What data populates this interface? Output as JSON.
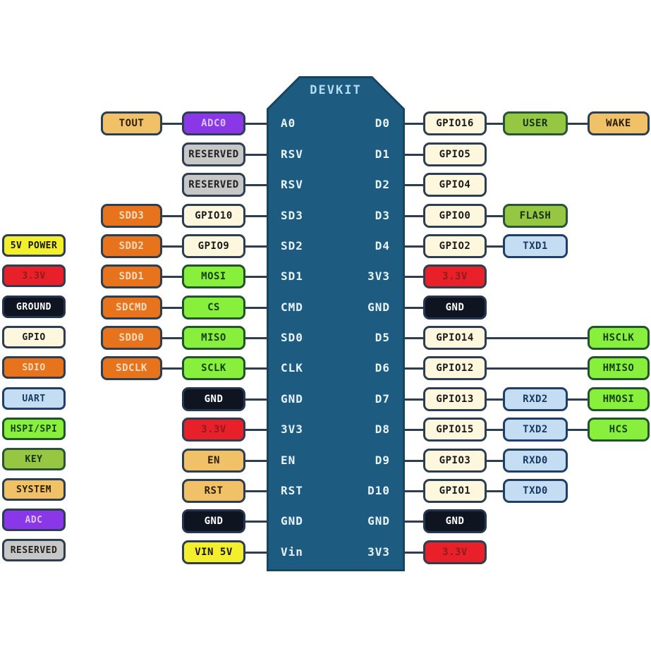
{
  "title": "DEVKIT",
  "colors": {
    "chip_fill": "#1d5c80",
    "chip_border": "#16455f",
    "chip_pin_text": "#eaf4fb",
    "chip_title_text": "#b5ddf1",
    "wire": "#2b3e52",
    "types": {
      "power5v": {
        "bg": "#f3ef2c",
        "text": "#151515",
        "border": "#2b3e52"
      },
      "power33": {
        "bg": "#e8202a",
        "text": "#8f1b1b",
        "border": "#2b3e52"
      },
      "ground": {
        "bg": "#0e1420",
        "text": "#ffffff",
        "border": "#253550"
      },
      "gpio": {
        "bg": "#fcf7dd",
        "text": "#1a1a1a",
        "border": "#2b3e52"
      },
      "sdio": {
        "bg": "#e8731d",
        "text": "#f2dbc0",
        "border": "#2b3e52"
      },
      "uart": {
        "bg": "#c4ddf2",
        "text": "#173a63",
        "border": "#1f3f66"
      },
      "hspi": {
        "bg": "#88f03c",
        "text": "#153f15",
        "border": "#20542c"
      },
      "key": {
        "bg": "#95c743",
        "text": "#17301a",
        "border": "#2a5436"
      },
      "system": {
        "bg": "#f1c167",
        "text": "#2a1d08",
        "border": "#2b3e52"
      },
      "adc": {
        "bg": "#8a37e8",
        "text": "#d9c6f7",
        "border": "#2b3e52"
      },
      "reserved": {
        "bg": "#c7c7c7",
        "text": "#222222",
        "border": "#2b3e52"
      }
    }
  },
  "legend": [
    {
      "label": "5V POWER",
      "type": "power5v"
    },
    {
      "label": "3.3V",
      "type": "power33"
    },
    {
      "label": "GROUND",
      "type": "ground"
    },
    {
      "label": "GPIO",
      "type": "gpio"
    },
    {
      "label": "SDIO",
      "type": "sdio"
    },
    {
      "label": "UART",
      "type": "uart"
    },
    {
      "label": "HSPI/SPI",
      "type": "hspi"
    },
    {
      "label": "KEY",
      "type": "key"
    },
    {
      "label": "SYSTEM",
      "type": "system"
    },
    {
      "label": "ADC",
      "type": "adc"
    },
    {
      "label": "RESERVED",
      "type": "reserved"
    }
  ],
  "chip": {
    "left_pins": [
      "A0",
      "RSV",
      "RSV",
      "SD3",
      "SD2",
      "SD1",
      "CMD",
      "SD0",
      "CLK",
      "GND",
      "3V3",
      "EN",
      "RST",
      "GND",
      "Vin"
    ],
    "right_pins": [
      "D0",
      "D1",
      "D2",
      "D3",
      "D4",
      "3V3",
      "GND",
      "D5",
      "D6",
      "D7",
      "D8",
      "D9",
      "D10",
      "GND",
      "3V3"
    ]
  },
  "rows": [
    {
      "left_outer": {
        "label": "TOUT",
        "type": "system"
      },
      "left_inner": {
        "label": "ADC0",
        "type": "adc"
      },
      "right_inner": {
        "label": "GPIO16",
        "type": "gpio"
      },
      "right_mid": {
        "label": "USER",
        "type": "key"
      },
      "right_outer": {
        "label": "WAKE",
        "type": "system"
      },
      "wires": [
        "lo-li",
        "li-chip",
        "chip-ri",
        "ri-rm",
        "rm-ro"
      ]
    },
    {
      "left_outer": null,
      "left_inner": {
        "label": "RESERVED",
        "type": "reserved"
      },
      "right_inner": {
        "label": "GPIO5",
        "type": "gpio"
      },
      "right_mid": null,
      "right_outer": null,
      "wires": [
        "li-chip",
        "chip-ri"
      ]
    },
    {
      "left_outer": null,
      "left_inner": {
        "label": "RESERVED",
        "type": "reserved"
      },
      "right_inner": {
        "label": "GPIO4",
        "type": "gpio"
      },
      "right_mid": null,
      "right_outer": null,
      "wires": [
        "li-chip",
        "chip-ri"
      ]
    },
    {
      "left_outer": {
        "label": "SDD3",
        "type": "sdio"
      },
      "left_inner": {
        "label": "GPIO10",
        "type": "gpio"
      },
      "right_inner": {
        "label": "GPIO0",
        "type": "gpio"
      },
      "right_mid": {
        "label": "FLASH",
        "type": "key"
      },
      "right_outer": null,
      "wires": [
        "lo-li",
        "li-chip",
        "chip-ri",
        "ri-rm"
      ]
    },
    {
      "left_outer": {
        "label": "SDD2",
        "type": "sdio"
      },
      "left_inner": {
        "label": "GPIO9",
        "type": "gpio"
      },
      "right_inner": {
        "label": "GPIO2",
        "type": "gpio"
      },
      "right_mid": {
        "label": "TXD1",
        "type": "uart"
      },
      "right_outer": null,
      "wires": [
        "lo-li",
        "li-chip",
        "chip-ri",
        "ri-rm"
      ]
    },
    {
      "left_outer": {
        "label": "SDD1",
        "type": "sdio"
      },
      "left_inner": {
        "label": "MOSI",
        "type": "hspi"
      },
      "right_inner": {
        "label": "3.3V",
        "type": "power33"
      },
      "right_mid": null,
      "right_outer": null,
      "wires": [
        "lo-li",
        "li-chip",
        "chip-ri"
      ]
    },
    {
      "left_outer": {
        "label": "SDCMD",
        "type": "sdio"
      },
      "left_inner": {
        "label": "CS",
        "type": "hspi"
      },
      "right_inner": {
        "label": "GND",
        "type": "ground"
      },
      "right_mid": null,
      "right_outer": null,
      "wires": [
        "lo-li",
        "li-chip",
        "chip-ri"
      ]
    },
    {
      "left_outer": {
        "label": "SDD0",
        "type": "sdio"
      },
      "left_inner": {
        "label": "MISO",
        "type": "hspi"
      },
      "right_inner": {
        "label": "GPIO14",
        "type": "gpio"
      },
      "right_mid": null,
      "right_outer": {
        "label": "HSCLK",
        "type": "hspi"
      },
      "wires": [
        "lo-li",
        "li-chip",
        "chip-ri",
        "ri-ro"
      ]
    },
    {
      "left_outer": {
        "label": "SDCLK",
        "type": "sdio"
      },
      "left_inner": {
        "label": "SCLK",
        "type": "hspi"
      },
      "right_inner": {
        "label": "GPIO12",
        "type": "gpio"
      },
      "right_mid": null,
      "right_outer": {
        "label": "HMISO",
        "type": "hspi"
      },
      "wires": [
        "lo-li",
        "li-chip",
        "chip-ri",
        "ri-ro"
      ]
    },
    {
      "left_outer": null,
      "left_inner": {
        "label": "GND",
        "type": "ground"
      },
      "right_inner": {
        "label": "GPIO13",
        "type": "gpio"
      },
      "right_mid": {
        "label": "RXD2",
        "type": "uart"
      },
      "right_outer": {
        "label": "HMOSI",
        "type": "hspi"
      },
      "wires": [
        "li-chip",
        "chip-ri",
        "ri-rm",
        "rm-ro"
      ]
    },
    {
      "left_outer": null,
      "left_inner": {
        "label": "3.3V",
        "type": "power33"
      },
      "right_inner": {
        "label": "GPIO15",
        "type": "gpio"
      },
      "right_mid": {
        "label": "TXD2",
        "type": "uart"
      },
      "right_outer": {
        "label": "HCS",
        "type": "hspi"
      },
      "wires": [
        "li-chip",
        "chip-ri",
        "ri-rm",
        "rm-ro"
      ]
    },
    {
      "left_outer": null,
      "left_inner": {
        "label": "EN",
        "type": "system"
      },
      "right_inner": {
        "label": "GPIO3",
        "type": "gpio"
      },
      "right_mid": {
        "label": "RXD0",
        "type": "uart"
      },
      "right_outer": null,
      "wires": [
        "li-chip",
        "chip-ri",
        "ri-rm"
      ]
    },
    {
      "left_outer": null,
      "left_inner": {
        "label": "RST",
        "type": "system"
      },
      "right_inner": {
        "label": "GPIO1",
        "type": "gpio"
      },
      "right_mid": {
        "label": "TXD0",
        "type": "uart"
      },
      "right_outer": null,
      "wires": [
        "li-chip",
        "chip-ri",
        "ri-rm"
      ]
    },
    {
      "left_outer": null,
      "left_inner": {
        "label": "GND",
        "type": "ground"
      },
      "right_inner": {
        "label": "GND",
        "type": "ground"
      },
      "right_mid": null,
      "right_outer": null,
      "wires": [
        "li-chip",
        "chip-ri"
      ]
    },
    {
      "left_outer": null,
      "left_inner": {
        "label": "VIN 5V",
        "type": "power5v"
      },
      "right_inner": {
        "label": "3.3V",
        "type": "power33"
      },
      "right_mid": null,
      "right_outer": null,
      "wires": [
        "li-chip",
        "chip-ri"
      ]
    }
  ]
}
